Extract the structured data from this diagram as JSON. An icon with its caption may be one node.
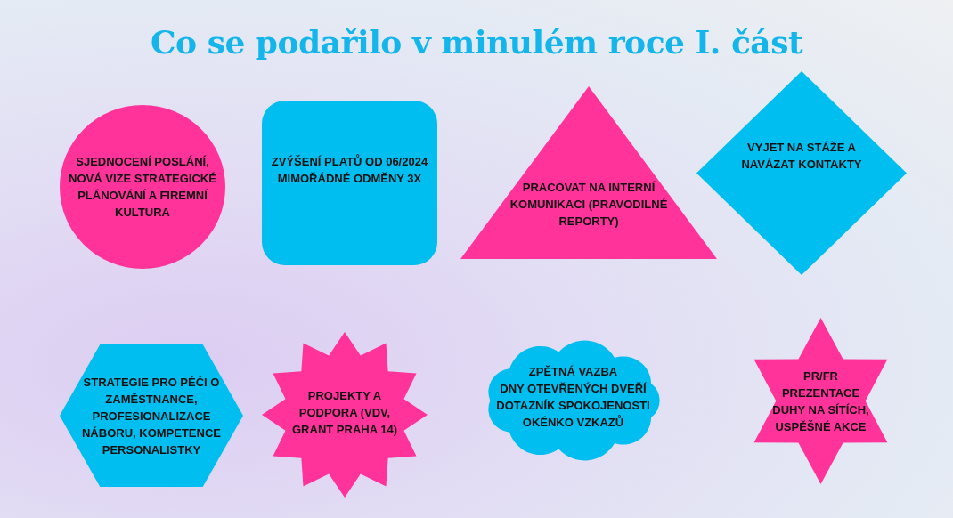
{
  "diagram": {
    "title": "Co se podařilo v minulém roce I. část",
    "nodes": [
      {
        "text": [
          "SJEDNOCENÍ POSLÁNÍ, NOVÁ VIZE STRATEGICKÉ PLÁNOVÁNÍ A FIREMNÍ KULTURA"
        ]
      },
      {
        "text": [
          "ZVÝŠENÍ PLATŮ OD 06/2024",
          "MIMOŘÁDNÉ ODMĚNY 3X"
        ]
      },
      {
        "text": [
          "PRACOVAT NA INTERNÍ KOMUNIKACI (PRAVODILNÉ REPORTY)"
        ]
      },
      {
        "text": [
          "VYJET NA STÁŽE A NAVÁZAT KONTAKTY"
        ]
      },
      {
        "text": [
          "STRATEGIE PRO PÉČI O ZAMĚSTNANCE, PROFESIONALIZACE NÁBORU, KOMPETENCE PERSONALISTKY"
        ]
      },
      {
        "text": [
          "PROJEKTY A PODPORA (VDV, GRANT PRAHA 14)"
        ]
      },
      {
        "text": [
          "ZPĚTNÁ VAZBA",
          "DNY OTEVŘENÝCH DVEŘÍ",
          "DOTAZNÍK SPOKOJENOSTI",
          "OKÉNKO VZKAZŮ"
        ]
      },
      {
        "text": [
          "PR/FR PREZENTACE DUHY NA SÍTÍCH, USPĚŠNÉ AKCE"
        ]
      }
    ]
  }
}
